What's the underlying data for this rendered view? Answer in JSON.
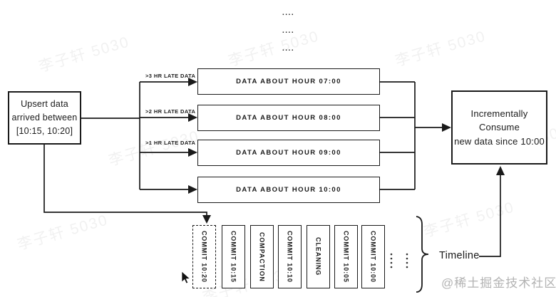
{
  "continuation_dots": [
    "....",
    "....",
    "...."
  ],
  "upsert_box": {
    "text": "Upsert data\narrived between\n[10:15, 10:20]"
  },
  "late_data_labels": [
    ">3 HR LATE DATA",
    ">2 HR LATE DATA",
    ">1 HR LATE DATA"
  ],
  "hour_partitions": [
    "DATA ABOUT HOUR 07:00",
    "DATA ABOUT HOUR 08:00",
    "DATA ABOUT HOUR 09:00",
    "DATA ABOUT HOUR 10:00"
  ],
  "consume_box": {
    "text": "Incrementally Consume\nnew data since 10:00"
  },
  "timeline": {
    "label": "Timeline",
    "commits": [
      {
        "label": "COMMIT 10:20",
        "dashed": true
      },
      {
        "label": "COMMIT 10:15",
        "dashed": false
      },
      {
        "label": "COMPACTION",
        "dashed": false
      },
      {
        "label": "COMMIT 10:10",
        "dashed": false
      },
      {
        "label": "CLEANING",
        "dashed": false
      },
      {
        "label": "COMMIT 10:05",
        "dashed": false
      },
      {
        "label": "COMMIT 10:00",
        "dashed": false
      }
    ]
  },
  "watermark_text": "李子轩 5030",
  "attribution": "@稀土掘金技术社区",
  "colors": {
    "line": "#1a1a1a",
    "background": "#ffffff",
    "attribution_gray": "#b3b3b3"
  }
}
